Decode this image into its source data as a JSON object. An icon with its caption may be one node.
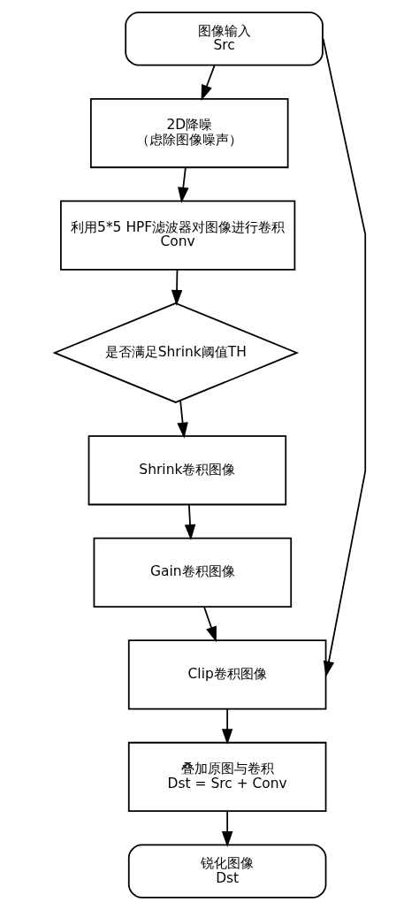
{
  "diagram": {
    "nodes": [
      {
        "text": [
          "图像输入",
          "Src"
        ]
      },
      {
        "text": [
          "2D降噪",
          "（虑除图像噪声）"
        ]
      },
      {
        "text": [
          "利用5*5 HPF滤波器对图像进行卷积",
          "Conv"
        ]
      },
      {
        "text": [
          "是否满足Shrink阈值TH"
        ]
      },
      {
        "text": [
          "Shrink卷积图像"
        ]
      },
      {
        "text": [
          "Gain卷积图像"
        ]
      },
      {
        "text": [
          "Clip卷积图像"
        ]
      },
      {
        "text": [
          "叠加原图与卷积",
          "Dst = Src + Conv"
        ]
      },
      {
        "text": [
          "锐化图像",
          "Dst"
        ]
      }
    ],
    "edges": [
      {
        "from": 0,
        "to": 1,
        "arrow": "to"
      },
      {
        "from": 1,
        "to": 2,
        "arrow": "to"
      },
      {
        "from": 2,
        "to": 3,
        "arrow": "to"
      },
      {
        "from": 3,
        "to": 4,
        "arrow": "to"
      },
      {
        "from": 4,
        "to": 5,
        "arrow": "to"
      },
      {
        "from": 5,
        "to": 6,
        "arrow": "to"
      },
      {
        "from": 6,
        "to": 7,
        "arrow": "to"
      },
      {
        "from": 7,
        "to": 8,
        "arrow": "to"
      },
      {
        "from": 0,
        "to": 6,
        "arrow": "to"
      }
    ]
  }
}
